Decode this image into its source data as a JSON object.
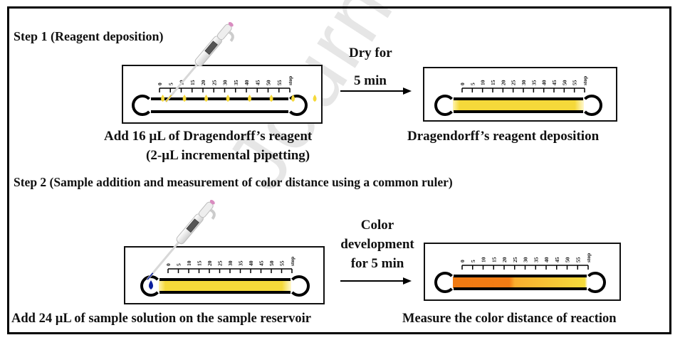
{
  "watermark": "Journal Pre-",
  "step1": {
    "title": "Step 1 (Reagent deposition)",
    "left_caption_line1": "Add 16 µL of Dragendorff’s reagent",
    "left_caption_line2": "(2-µL incremental pipetting)",
    "arrow_label_line1": "Dry for",
    "arrow_label_line2": "5 min",
    "right_caption": "Dragendorff’s reagent deposition"
  },
  "step2": {
    "title": "Step 2 (Sample addition and measurement of color distance using a common ruler)",
    "left_caption": "Add 24 µL of sample solution on the sample reservoir",
    "arrow_label_line1": "Color",
    "arrow_label_line2": "development",
    "arrow_label_line3": "for 5 min",
    "right_caption": "Measure the color distance of reaction"
  },
  "ruler": {
    "ticks": [
      "0",
      "5",
      "10",
      "15",
      "20",
      "25",
      "30",
      "35",
      "40",
      "45",
      "50",
      "55",
      "stop"
    ]
  },
  "devices": [
    {
      "name": "reagent-drops-device",
      "state": "drops",
      "drop_count": 8
    },
    {
      "name": "dried-reagent-device",
      "state": "dried"
    },
    {
      "name": "sample-addition-device",
      "state": "sample"
    },
    {
      "name": "color-developed-device",
      "state": "developed",
      "color_distance": 25
    }
  ],
  "colors": {
    "reagent_yellow": "#f5d93a",
    "reaction_orange": "#f07a12",
    "sample_blue": "#0a1e9c",
    "watermark": "#e6e6e6"
  }
}
